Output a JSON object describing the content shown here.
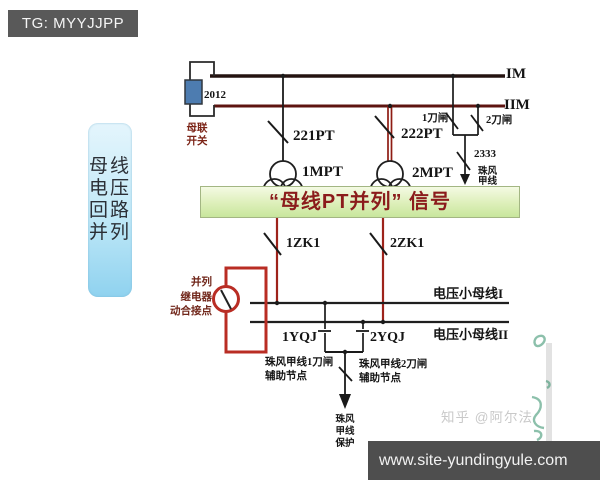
{
  "header": {
    "tag": "TG: MYYJJPP"
  },
  "side_label": {
    "lines": [
      "母线",
      "电压",
      "回路",
      "并列"
    ]
  },
  "diagram": {
    "buses": {
      "bus1": "IM",
      "bus2": "IIM"
    },
    "coupler": {
      "id": "2012",
      "name_lines": [
        "母联",
        "开关"
      ]
    },
    "pt_branches": {
      "switch1": "221PT",
      "switch2": "222PT",
      "transformer1": "1MPT",
      "transformer2": "2MPT"
    },
    "feeder": {
      "knife1": "1刀闸",
      "knife2": "2刀闸",
      "breaker": "2333",
      "name_lines": [
        "珠风",
        "甲线"
      ]
    },
    "banner": {
      "text": "“母线PT并列” 信号"
    },
    "secondary": {
      "zk1": "1ZK1",
      "zk2": "2ZK1",
      "vbus1": "电压小母线I",
      "vbus2": "电压小母线II",
      "yqj1": "1YQJ",
      "yqj2": "2YQJ",
      "relay_lines": [
        "并列",
        "继电器",
        "动合接点"
      ],
      "aux1_lines": [
        "珠风甲线1刀闸",
        "辅助节点"
      ],
      "aux2_lines": [
        "珠风甲线2刀闸",
        "辅助节点"
      ],
      "protection_lines": [
        "珠风",
        "甲线",
        "保护"
      ]
    }
  },
  "watermark": {
    "text": "知乎 @阿尔法"
  },
  "footer": {
    "url": "www.site-yundingyule.com"
  },
  "colors": {
    "wire_red": "#9e231b",
    "loop_red": "#b92d24",
    "bus1_dark": "#241310",
    "bus2_red": "#5e1410",
    "banner_text": "#8b1c1c",
    "breaker_blue": "#4d7cb0",
    "annotation_green": "#2f8e68"
  }
}
